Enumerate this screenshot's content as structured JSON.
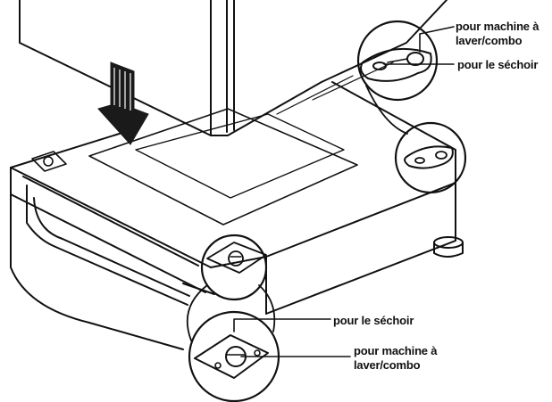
{
  "labels": {
    "top_washer_line1": "pour machine à",
    "top_washer_line2": "laver/combo",
    "top_dryer": "pour le séchoir",
    "bottom_dryer": "pour le séchoir",
    "bottom_washer_line1": "pour machine à",
    "bottom_washer_line2": "laver/combo"
  },
  "colors": {
    "ink": "#111111",
    "arrow": "#1a1a1a",
    "paper": "#ffffff"
  }
}
